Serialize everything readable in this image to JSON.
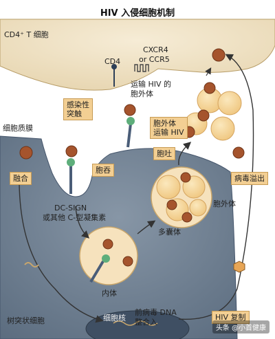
{
  "title": "HIV 入侵细胞机制",
  "cells": {
    "cd4_t_cell": "CD4⁺ T 细胞",
    "dendritic_cell": "树突状细胞",
    "plasma_membrane": "细胞质膜",
    "nucleus": "细胞核"
  },
  "receptors": {
    "cd4": "CD4",
    "coreceptor_line1": "CXCR4",
    "coreceptor_line2": "or CCR5"
  },
  "labels": {
    "infectious_synapse_l1": "感染性",
    "infectious_synapse_l2": "突触",
    "exosome_transport_l1": "运输 HIV 的",
    "exosome_transport_l2": "胞外体",
    "exosome_carry_l1": "胞外体",
    "exosome_carry_l2": "运输 HIV",
    "exocytosis": "胞吐",
    "fusion": "融合",
    "endocytosis": "胞吞",
    "dc_sign_l1": "DC-SIGN",
    "dc_sign_l2": "或其他 C-型凝集素",
    "exosome": "胞外体",
    "mvb": "多囊体",
    "endosome": "内体",
    "virus_budding": "病毒溢出",
    "provirus_l1": "前病毒 DNA",
    "provirus_l2": "整合入",
    "hiv_replication": "HIV 复制"
  },
  "watermark": "头条 @小首健康",
  "colors": {
    "t_cell": "#ede0c3",
    "dendritic_cell": "#6f8194",
    "tag_bg": "#f3cf93",
    "vesicle": "#f4d79c",
    "virus": "#a5542d"
  }
}
